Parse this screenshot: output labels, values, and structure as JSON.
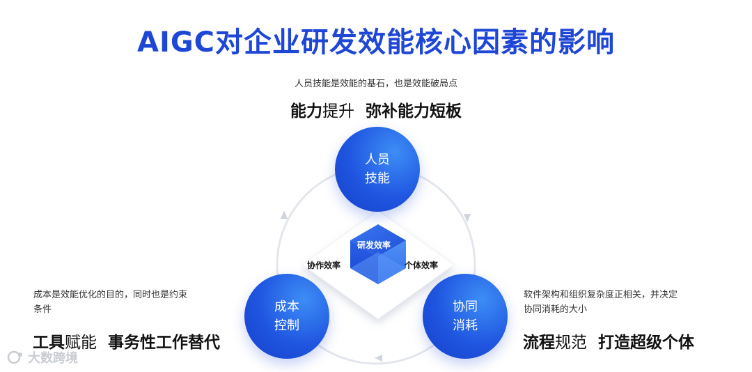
{
  "title": "AIGC对企业研发效能核心因素的影响",
  "top": {
    "subtitle": "人员技能是效能的基石，也是效能破局点",
    "headline_bold1": "能力",
    "headline_light1": "提升",
    "headline_bold2": "弥补能力短板"
  },
  "left": {
    "subtitle_line1": "成本是效能优化的目的，同时也是约束",
    "subtitle_line2": "条件",
    "headline_bold1": "工具",
    "headline_light1": "赋能",
    "headline_bold2": "事务性工作替代"
  },
  "right": {
    "subtitle_line1": "软件架构和组织复杂度正相关，并决定",
    "subtitle_line2": "协同消耗的大小",
    "headline_bold1": "流程",
    "headline_light1": "规范",
    "headline_bold2": "打造超级个体"
  },
  "circles": {
    "top": [
      "人员",
      "技能"
    ],
    "left": [
      "成本",
      "控制"
    ],
    "right": [
      "协同",
      "消耗"
    ]
  },
  "center": {
    "title": "研发效率",
    "left_label": "协作效率",
    "right_label": "个体效率"
  },
  "watermark": "大数跨境",
  "colors": {
    "accent": "#1f47d6",
    "circle": "#2a63e6"
  }
}
